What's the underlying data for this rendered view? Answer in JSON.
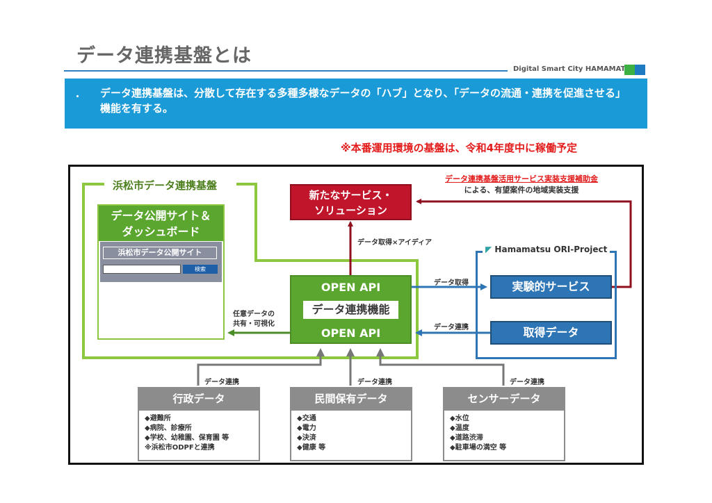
{
  "header": {
    "title": "データ連携基盤とは",
    "brand": "Digital Smart City HAMAMATSU",
    "bullet": "・",
    "banner_text": "データ連携基盤は、分散して存在する多種多様なデータの「ハブ」となり、「データの流通・連携を促進させる」機能を有する。",
    "note": "※本番運用環境の基盤は、令和4年度中に稼働予定"
  },
  "platform": {
    "label": "浜松市データ連携基盤",
    "site_title_1": "データ公開サイト＆",
    "site_title_2": "ダッシュボード",
    "site_name": "浜松市データ公開サイト",
    "search_button": "検索"
  },
  "hub": {
    "open_api_top": "OPEN API",
    "function": "データ連携機能",
    "open_api_bottom": "OPEN API"
  },
  "new_service": {
    "line1": "新たなサービス・",
    "line2": "ソリューション"
  },
  "subsidy": {
    "title": "データ連携基盤活用サービス実装支援補助金",
    "text": "による、有望案件の地域実装支援"
  },
  "ori": {
    "label": "Hamamatsu ORI-Project",
    "experimental_service": "実験的サービス",
    "acquired_data": "取得データ"
  },
  "labels": {
    "data_idea": "データ取得×アイディア",
    "data_acquire": "データ取得",
    "data_link": "データ連携",
    "share_1": "任意データの",
    "share_2": "共有・可視化"
  },
  "sources": [
    {
      "title": "行政データ",
      "link_label": "データ連携",
      "items": [
        "◆避難所",
        "◆病院、診療所",
        "◆学校、幼稚園、保育園 等",
        "※浜松市ODPFと連携"
      ]
    },
    {
      "title": "民間保有データ",
      "link_label": "データ連携",
      "items": [
        "◆交通",
        "◆電力",
        "◆決済",
        "◆健康 等"
      ]
    },
    {
      "title": "センサーデータ",
      "link_label": "データ連携",
      "items": [
        "◆水位",
        "◆温度",
        "◆道路渋滞",
        "◆駐車場の満空 等"
      ]
    }
  ],
  "colors": {
    "banner": "#1a9ad6",
    "green": "#5ba62e",
    "light_green": "#8dc63f",
    "red": "#c0152b",
    "blue": "#2e75b6",
    "gray": "#8c8c8c",
    "note_red": "#e31b1b"
  }
}
